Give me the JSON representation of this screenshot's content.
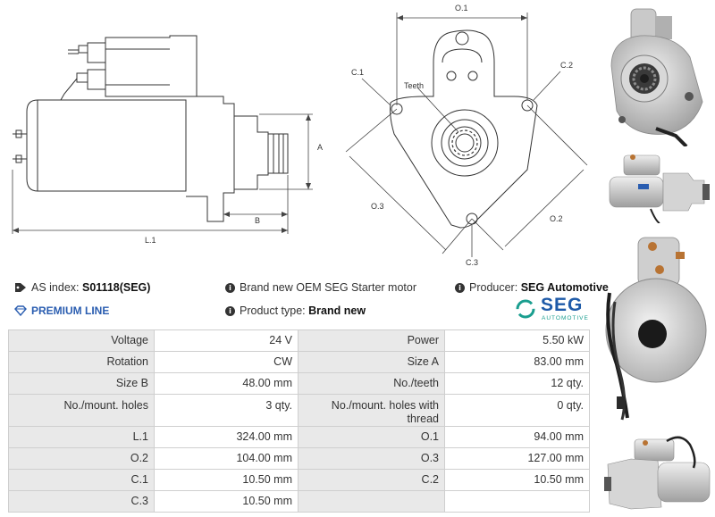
{
  "drawing": {
    "side_labels": {
      "a": "A",
      "b": "B",
      "l1": "L.1"
    },
    "front_labels": {
      "o1": "O.1",
      "o2": "O.2",
      "o3": "O.3",
      "c1": "C.1",
      "c2": "C.2",
      "c3": "C.3",
      "teeth": "Teeth"
    }
  },
  "info": {
    "as_index_label": "AS index:",
    "as_index_value": "S01118(SEG)",
    "description": "Brand new OEM SEG Starter motor",
    "producer_label": "Producer:",
    "producer_value": "SEG Automotive",
    "premium": "PREMIUM LINE",
    "product_type_label": "Product type:",
    "product_type_value": "Brand new",
    "logo_main": "SEG",
    "logo_sub": "AUTOMOTIVE",
    "accent_color": "#2a5db0",
    "logo_teal": "#1a9e8f"
  },
  "specs": {
    "rows": [
      {
        "l1": "Voltage",
        "v1": "24 V",
        "l2": "Power",
        "v2": "5.50 kW"
      },
      {
        "l1": "Rotation",
        "v1": "CW",
        "l2": "Size A",
        "v2": "83.00 mm"
      },
      {
        "l1": "Size B",
        "v1": "48.00 mm",
        "l2": "No./teeth",
        "v2": "12 qty."
      },
      {
        "l1": "No./mount. holes",
        "v1": "3 qty.",
        "l2": "No./mount. holes with thread",
        "v2": "0 qty."
      },
      {
        "l1": "L.1",
        "v1": "324.00 mm",
        "l2": "O.1",
        "v2": "94.00 mm"
      },
      {
        "l1": "O.2",
        "v1": "104.00 mm",
        "l2": "O.3",
        "v2": "127.00 mm"
      },
      {
        "l1": "C.1",
        "v1": "10.50 mm",
        "l2": "C.2",
        "v2": "10.50 mm"
      },
      {
        "l1": "C.3",
        "v1": "10.50 mm",
        "l2": "",
        "v2": ""
      }
    ]
  }
}
